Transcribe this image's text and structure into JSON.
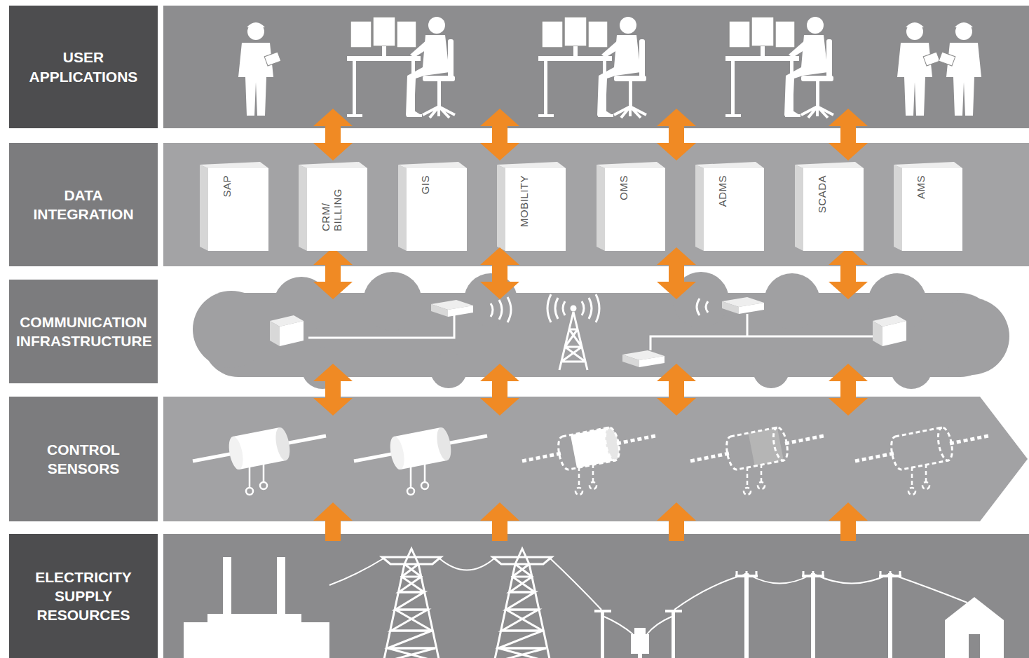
{
  "diagram": {
    "nodes": [
      {
        "text": [
          "USER APPLICATIONS"
        ]
      },
      {
        "text": [
          "DATA INTEGRATION"
        ]
      },
      {
        "text": [
          "SAP"
        ]
      },
      {
        "text": [
          "CRM/ BILLING"
        ]
      },
      {
        "text": [
          "GIS"
        ]
      },
      {
        "text": [
          "MOBILITY"
        ]
      },
      {
        "text": [
          "OMS"
        ]
      },
      {
        "text": [
          "ADMS"
        ]
      },
      {
        "text": [
          "SCADA"
        ]
      },
      {
        "text": [
          "AMS"
        ]
      },
      {
        "text": [
          "COMMUNICATION INFRASTRUCTURE"
        ]
      },
      {
        "text": [
          "CONTROL SENSORS"
        ]
      },
      {
        "text": [
          "ELECTRICITY SUPPLY RESOURCES"
        ]
      }
    ]
  }
}
